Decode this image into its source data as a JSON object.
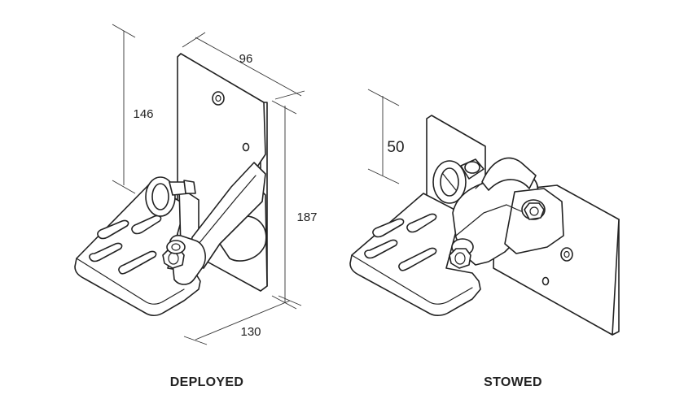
{
  "dimensions": {
    "width": "96",
    "height_upper": "146",
    "height_total": "187",
    "depth": "130",
    "stowed_offset": "50"
  },
  "captions": {
    "deployed": "DEPLOYED",
    "stowed": "STOWED"
  }
}
